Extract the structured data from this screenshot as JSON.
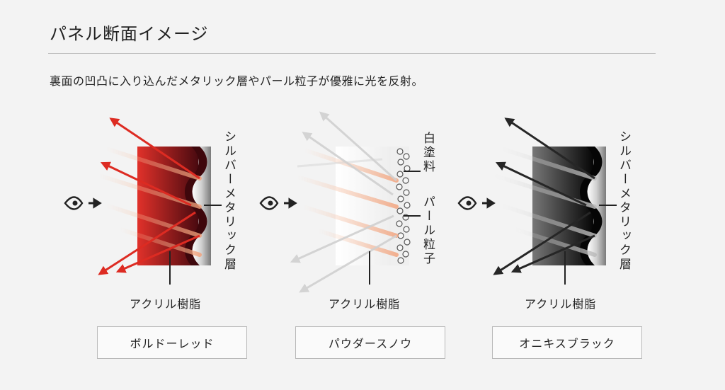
{
  "title": "パネル断面イメージ",
  "description": "裏面の凹凸に入り込んだメタリック層やパール粒子が優雅に光を反射。",
  "panels": [
    {
      "acrylic_label": "アクリル樹脂",
      "layer_label": "シルバーメタリック層",
      "button_label": "ボルドーレッド",
      "colors": {
        "panel_left": "#e1312a",
        "panel_right": "#4a0a10",
        "ray": "#f5b08a",
        "arrow": "#dd2b22",
        "eye": "#222222"
      }
    },
    {
      "acrylic_label": "アクリル樹脂",
      "layer_label_1": "白塗料",
      "layer_label_2": "パール粒子",
      "button_label": "パウダースノウ",
      "colors": {
        "panel_left": "#ffffff",
        "panel_right": "#ececec",
        "ray": "#f5b08a",
        "arrow": "#cfcfcf",
        "eye": "#222222"
      }
    },
    {
      "acrylic_label": "アクリル樹脂",
      "layer_label": "シルバーメタリック層",
      "button_label": "オニキスブラック",
      "colors": {
        "panel_left": "#6f6f6f",
        "panel_right": "#080808",
        "ray": "#cfcfcf",
        "arrow": "#2a2a2a",
        "eye": "#222222"
      }
    }
  ]
}
